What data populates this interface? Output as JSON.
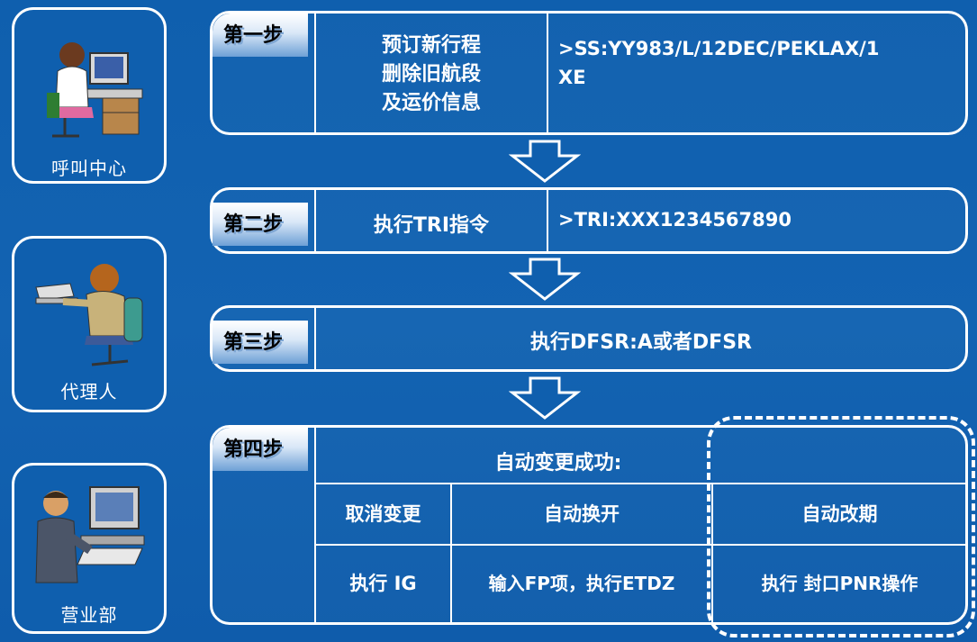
{
  "sidebar": [
    {
      "label": "呼叫中心"
    },
    {
      "label": "代理人"
    },
    {
      "label": "营业部"
    }
  ],
  "steps": {
    "step1": {
      "badge": "第一步",
      "action": [
        "预订新行程",
        "删除旧航段",
        "及运价信息"
      ],
      "command_line1": ">SS:YY983/L/12DEC/PEKLAX/1",
      "command_line2": "XE"
    },
    "step2": {
      "badge": "第二步",
      "action": "执行TRI指令",
      "command": ">TRI:XXX1234567890"
    },
    "step3": {
      "badge": "第三步",
      "action": "执行DFSR:A或者DFSR"
    },
    "step4": {
      "badge": "第四步",
      "header": "自动变更成功:",
      "columns": [
        {
          "title": "取消变更",
          "action": "执行 IG"
        },
        {
          "title": "自动换开",
          "action": "输入FP项，执行ETDZ"
        },
        {
          "title": "自动改期",
          "action": "执行 封口PNR操作"
        }
      ]
    }
  }
}
